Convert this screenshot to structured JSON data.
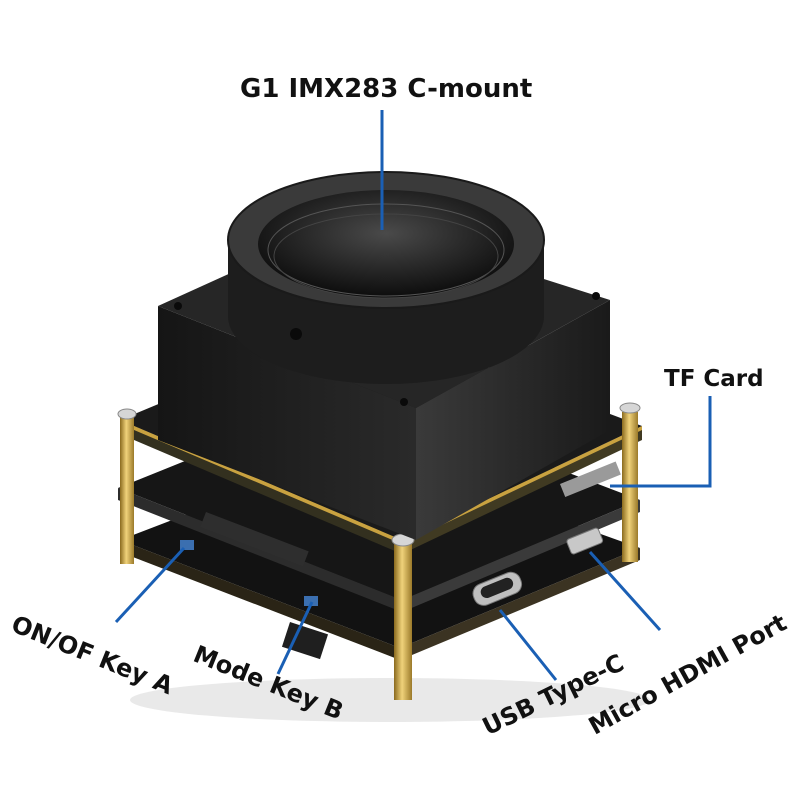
{
  "labels": {
    "title": "G1 IMX283 C-mount",
    "tf_card": "TF Card",
    "onoff_key": "ON/OF  Key A",
    "mode_key": "Mode  Key B",
    "usb": "USB Type-C",
    "hdmi": "Micro HDMI Port"
  },
  "colors": {
    "leader_line": "#1a5fb4",
    "housing": "#1c1c1c",
    "pcb": "#141414",
    "standoff": "#c9a240"
  }
}
